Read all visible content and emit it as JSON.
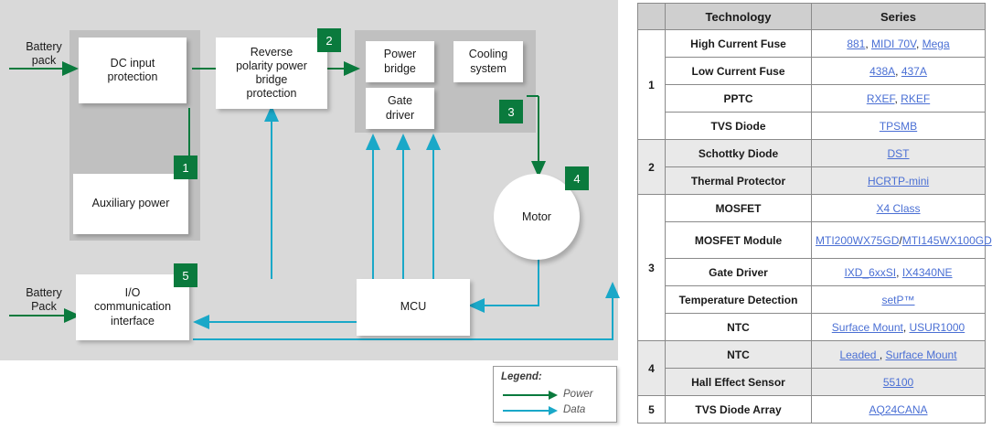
{
  "diagram": {
    "blocks": [
      {
        "id": "dc-input-protection",
        "label": "DC input\nprotection"
      },
      {
        "id": "auxiliary-power",
        "label": "Auxiliary power"
      },
      {
        "id": "reverse-polarity",
        "label": "Reverse\npolarity power\nbridge\nprotection"
      },
      {
        "id": "power-bridge",
        "label": "Power\nbridge"
      },
      {
        "id": "gate-driver",
        "label": "Gate\ndriver"
      },
      {
        "id": "cooling-system",
        "label": "Cooling\nsystem"
      },
      {
        "id": "motor",
        "label": "Motor"
      },
      {
        "id": "mcu",
        "label": "MCU"
      },
      {
        "id": "io-communication",
        "label": "I/O\ncommunication\ninterface"
      }
    ],
    "block_labels": {
      "dc_input_protection_l1": "DC input",
      "dc_input_protection_l2": "protection",
      "auxiliary_power": "Auxiliary power",
      "reverse_l1": "Reverse",
      "reverse_l2": "polarity power",
      "reverse_l3": "bridge",
      "reverse_l4": "protection",
      "power_bridge_l1": "Power",
      "power_bridge_l2": "bridge",
      "gate_driver_l1": "Gate",
      "gate_driver_l2": "driver",
      "cooling_l1": "Cooling",
      "cooling_l2": "system",
      "motor": "Motor",
      "mcu": "MCU",
      "io_l1": "I/O",
      "io_l2": "communication",
      "io_l3": "interface"
    },
    "edge_labels": {
      "battery_pack_top_l1": "Battery",
      "battery_pack_top_l2": "pack",
      "battery_pack_bottom_l1": "Battery",
      "battery_pack_bottom_l2": "Pack"
    },
    "badges": [
      "1",
      "2",
      "3",
      "4",
      "5"
    ],
    "legend": {
      "title": "Legend:",
      "items": [
        {
          "label": "Power",
          "color": "#0a7a3d"
        },
        {
          "label": "Data",
          "color": "#1aa8c8"
        }
      ]
    },
    "colors": {
      "power_arrow": "#0a7a3d",
      "data_arrow": "#1aa8c8",
      "badge_green": "#0a7a3d",
      "background": "#d9d9d9",
      "inner_panel": "#c0c0c0"
    }
  },
  "table": {
    "headers": [
      "",
      "Technology",
      "Series"
    ],
    "groups": [
      {
        "number": "1",
        "shaded": false,
        "rows": [
          {
            "technology": "High Current Fuse",
            "series": [
              {
                "text": "881",
                "link": true
              },
              {
                "text": ", ",
                "link": false
              },
              {
                "text": "MIDI 70V",
                "link": true
              },
              {
                "text": ", ",
                "link": false
              },
              {
                "text": "Mega",
                "link": true
              }
            ]
          },
          {
            "technology": "Low Current Fuse",
            "series": [
              {
                "text": "438A",
                "link": true
              },
              {
                "text": ", ",
                "link": false
              },
              {
                "text": "437A",
                "link": true
              }
            ]
          },
          {
            "technology": "PPTC",
            "series": [
              {
                "text": "RXEF",
                "link": true
              },
              {
                "text": ", ",
                "link": false
              },
              {
                "text": "RKEF",
                "link": true
              }
            ]
          },
          {
            "technology": "TVS Diode",
            "series": [
              {
                "text": "TPSMB",
                "link": true
              }
            ]
          }
        ]
      },
      {
        "number": "2",
        "shaded": true,
        "rows": [
          {
            "technology": "Schottky Diode",
            "series": [
              {
                "text": "DST",
                "link": true
              }
            ]
          },
          {
            "technology": "Thermal Protector",
            "series": [
              {
                "text": "HCRTP-mini",
                "link": true
              }
            ]
          }
        ]
      },
      {
        "number": "3",
        "shaded": false,
        "rows": [
          {
            "technology": "MOSFET",
            "series": [
              {
                "text": "X4 Class",
                "link": true
              }
            ]
          },
          {
            "technology": "MOSFET Module",
            "series": [
              {
                "text": "MTI200WX75GD",
                "link": true
              },
              {
                "text": "/",
                "link": false
              },
              {
                "text": "MTI145WX100GD",
                "link": true
              }
            ],
            "tall": true
          },
          {
            "technology": "Gate Driver",
            "series": [
              {
                "text": "IXD_6xxSI",
                "link": true
              },
              {
                "text": ", ",
                "link": false
              },
              {
                "text": "IX4340NE",
                "link": true
              }
            ]
          },
          {
            "technology": "Temperature Detection",
            "series": [
              {
                "text": "setP™",
                "link": true
              }
            ]
          },
          {
            "technology": "NTC",
            "series": [
              {
                "text": "Surface Mount",
                "link": true
              },
              {
                "text": ", ",
                "link": false
              },
              {
                "text": "USUR1000",
                "link": true
              }
            ]
          }
        ]
      },
      {
        "number": "4",
        "shaded": true,
        "rows": [
          {
            "technology": "NTC",
            "series": [
              {
                "text": "Leaded ",
                "link": true
              },
              {
                "text": ", ",
                "link": false
              },
              {
                "text": "Surface Mount",
                "link": true
              }
            ]
          },
          {
            "technology": "Hall Effect Sensor",
            "series": [
              {
                "text": "55100",
                "link": true
              }
            ]
          }
        ]
      },
      {
        "number": "5",
        "shaded": false,
        "rows": [
          {
            "technology": "TVS Diode Array",
            "series": [
              {
                "text": "AQ24CANA",
                "link": true
              }
            ]
          }
        ]
      }
    ],
    "colors": {
      "group_green": "#0a7a3d",
      "header_bg": "#cfcfcf",
      "link": "#4a6fd4",
      "shade": "#e9e9e9"
    }
  }
}
